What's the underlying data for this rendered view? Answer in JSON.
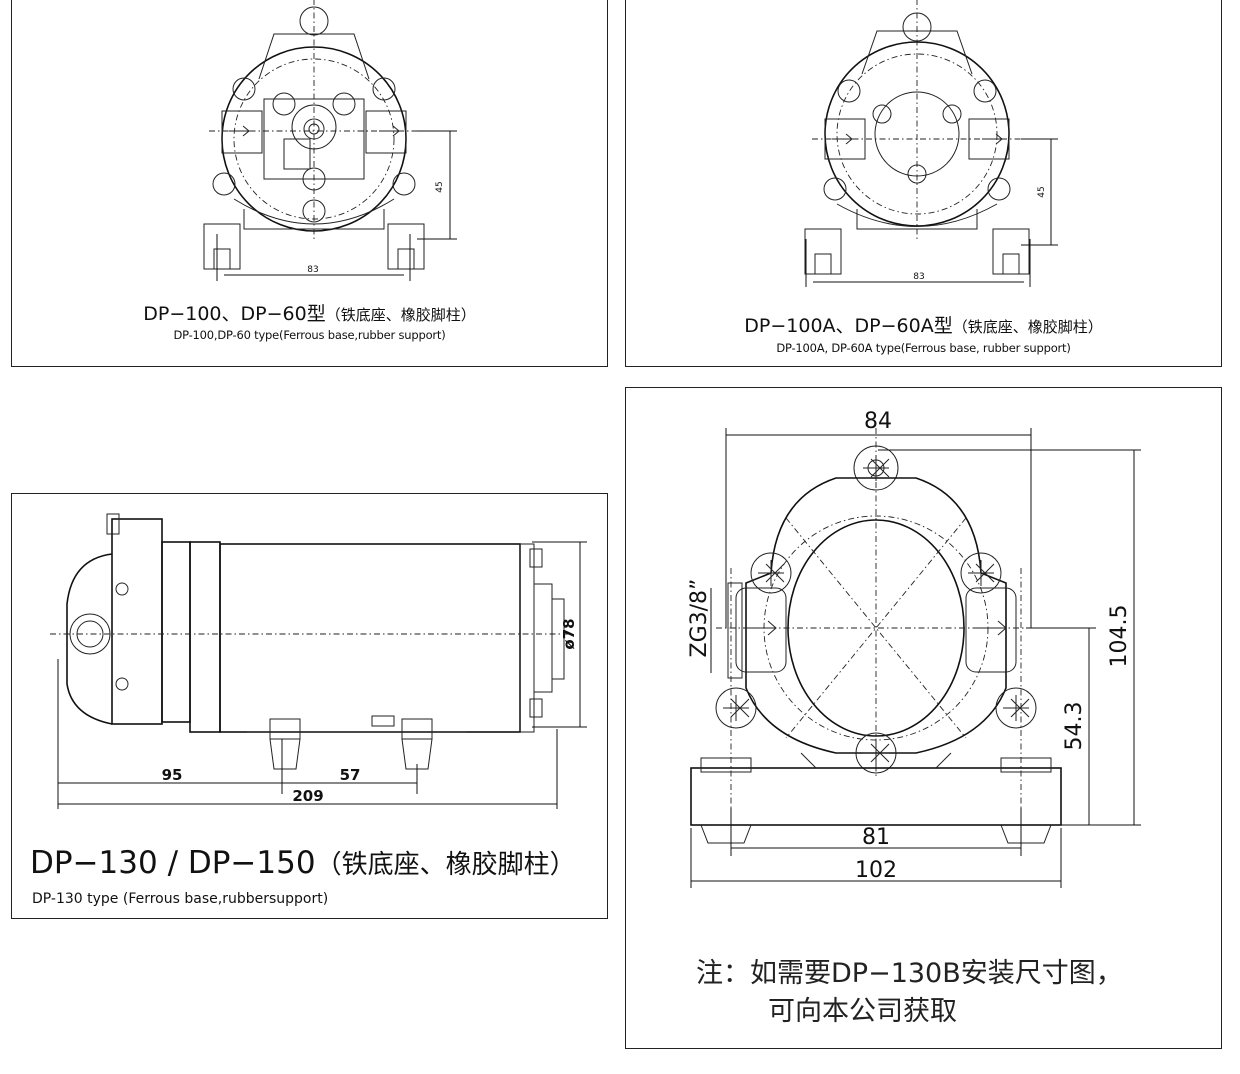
{
  "panels": {
    "p1": {
      "title_cn": "DP−100、DP−60型",
      "title_cn_suffix": "（铁底座、橡胶脚柱）",
      "title_en": "DP-100,DP-60 type(Ferrous base,rubber support)",
      "dims": {
        "width": "83",
        "height": "45"
      }
    },
    "p2": {
      "title_cn": "DP−100A、DP−60A型",
      "title_cn_suffix": "（铁底座、橡胶脚柱）",
      "title_en": "DP-100A, DP-60A type(Ferrous base, rubber support)",
      "dims": {
        "width": "83",
        "height": "45"
      }
    },
    "p3": {
      "title_cn": "DP−130 / DP−150",
      "title_cn_suffix": "（铁底座、橡胶脚柱）",
      "title_en": "DP-130 type (Ferrous  base,rubbersupport)",
      "dims": {
        "a": "95",
        "b": "57",
        "total": "209",
        "dia": "ø78"
      }
    },
    "p4": {
      "dims": {
        "top": "84",
        "thread": "ZG3/8”",
        "height": "104.5",
        "center": "54.3",
        "holes": "81",
        "base": "102"
      },
      "note_line1": "注：如需要DP−130B安装尺寸图，",
      "note_line2": "可向本公司获取"
    }
  }
}
